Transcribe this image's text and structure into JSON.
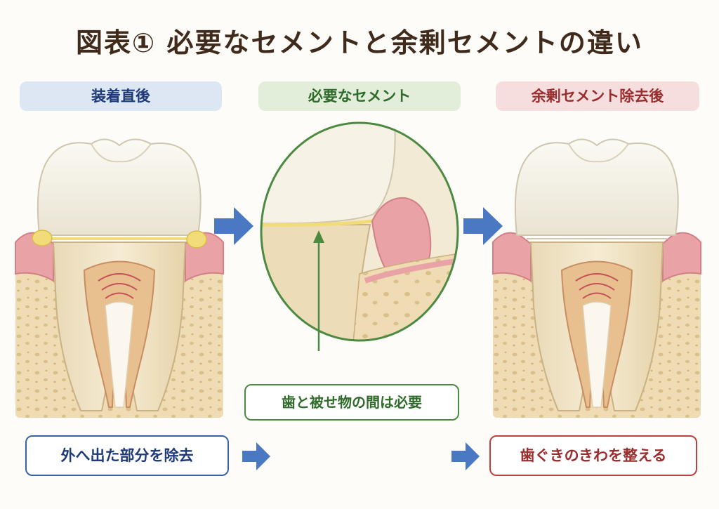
{
  "title": "図表① 必要なセメントと余剰セメントの違い",
  "panels": {
    "left": {
      "header": "装着直後"
    },
    "middle": {
      "header": "必要なセメント",
      "callout": "歯と被せ物の間は必要"
    },
    "right": {
      "header": "余剰セメント除去後"
    }
  },
  "notes": {
    "left": "外へ出た部分を除去",
    "right": "歯ぐきのきわを整える"
  },
  "colors": {
    "title": "#3f2a1c",
    "blue_accent": "#3b62a8",
    "green_accent": "#4b8a40",
    "red_accent": "#c04040",
    "arrow": "#4a78c2",
    "cement": "#f2dc7a",
    "gum": "#e9a3a6",
    "bone": "#efdcb4",
    "enamel": "#f4f0e6"
  }
}
